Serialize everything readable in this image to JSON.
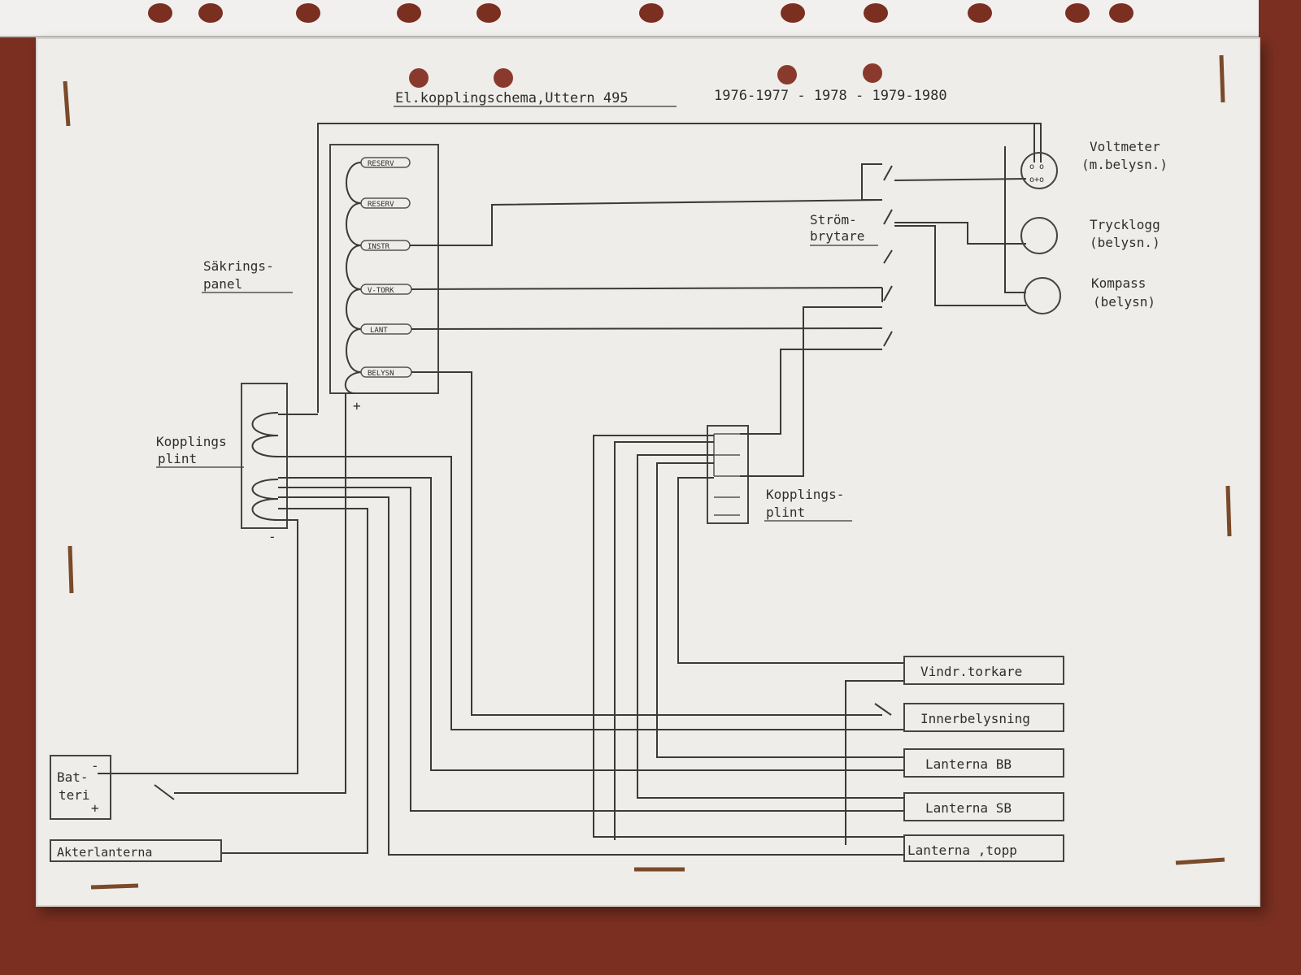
{
  "title": "El.kopplingschema,Uttern 495",
  "years": "1976-1977 - 1978 - 1979-1980",
  "labels": {
    "sakrings_1": "Säkrings-",
    "sakrings_2": "panel",
    "kopplings_left_1": "Kopplings",
    "kopplings_left_2": "plint",
    "kopplings_right_1": "Kopplings-",
    "kopplings_right_2": "plint",
    "strombrytare_1": "Ström-",
    "strombrytare_2": "brytare",
    "voltmeter_1": "Voltmeter",
    "voltmeter_2": "(m.belysn.)",
    "trycklogg_1": "Trycklogg",
    "trycklogg_2": "(belysn.)",
    "kompass_1": "Kompass",
    "kompass_2": "(belysn)",
    "batteri_1": "Bat-",
    "batteri_2": "teri",
    "minus": "-",
    "plus": "+",
    "minus_fuse": "-",
    "plus_fuse": "+"
  },
  "fuses": [
    "RESERV",
    "RESERV",
    "INSTR",
    "V-TORK",
    "LANT",
    "BELYSN"
  ],
  "consumers": [
    "Vindr.torkare",
    "Innerbelysning",
    "Lanterna BB",
    "Lanterna SB",
    "Lanterna ,topp"
  ],
  "akterlanterna": "Akterlanterna"
}
